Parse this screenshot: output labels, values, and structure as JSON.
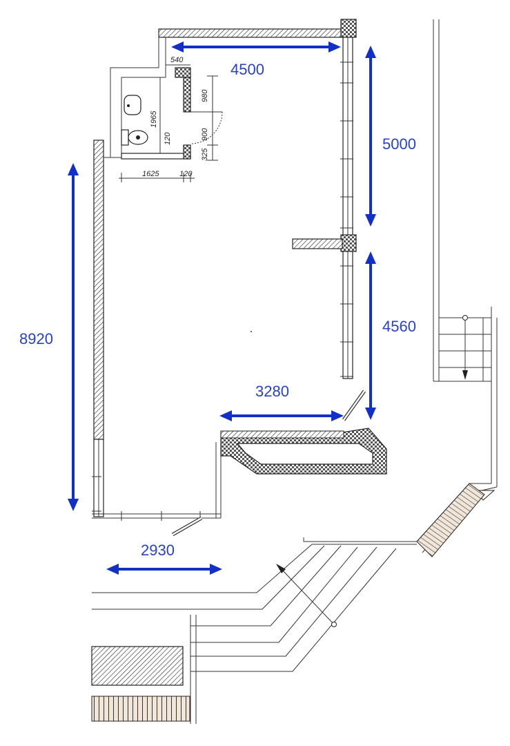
{
  "colors": {
    "dimension_blue": "#2940c9",
    "line": "#222222",
    "ledge_fill": "#f2e6d8",
    "white": "#ffffff"
  },
  "dimensions": {
    "top_width": "4500",
    "right_upper": "5000",
    "right_lower": "4560",
    "left_height": "8920",
    "ledge_width": "3280",
    "bottom_width": "2930"
  },
  "bathroom_dimensions": {
    "d540": "540",
    "d980": "980",
    "d1965": "1965",
    "d900": "900",
    "d120_inner": "120",
    "d325": "325",
    "d1625": "1625",
    "d120_bottom": "120"
  },
  "icons": [
    "sink-icon",
    "toilet-icon",
    "stair-direction-arrow-icon",
    "door-swing-icon"
  ]
}
